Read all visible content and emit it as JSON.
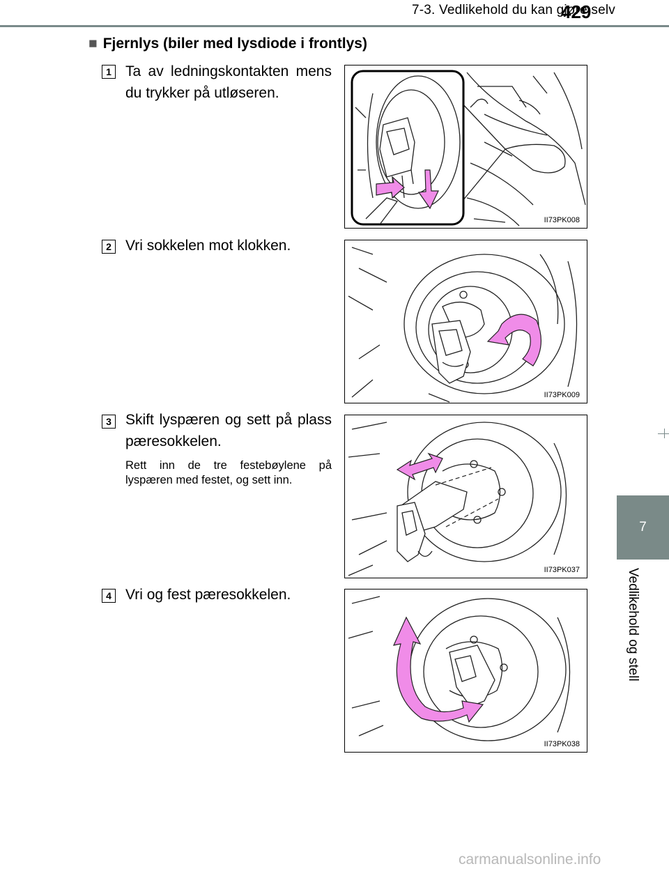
{
  "header": {
    "title": "7-3. Vedlikehold du kan gjøre selv",
    "page_number": "429"
  },
  "side_tab": {
    "chapter_number": "7",
    "chapter_label": "Vedlikehold og stell"
  },
  "section": {
    "bullet": "■",
    "title": "Fjernlys (biler med lysdiode i frontlys)"
  },
  "steps": [
    {
      "number": "1",
      "text": "Ta av ledningskontakten mens du trykker på utløseren.",
      "figure_code": "II73PK008"
    },
    {
      "number": "2",
      "text": "Vri sokkelen mot klokken.",
      "figure_code": "II73PK009"
    },
    {
      "number": "3",
      "text": "Skift lyspæren og sett på plass pæresokkelen.",
      "note": "Rett inn de tre festebøylene på lyspæren med festet, og sett inn.",
      "figure_code": "II73PK037"
    },
    {
      "number": "4",
      "text": "Vri og fest pæresokkelen.",
      "figure_code": "II73PK038"
    }
  ],
  "arrow_color": "#f08ce8",
  "watermark": "carmanualsonline.info"
}
